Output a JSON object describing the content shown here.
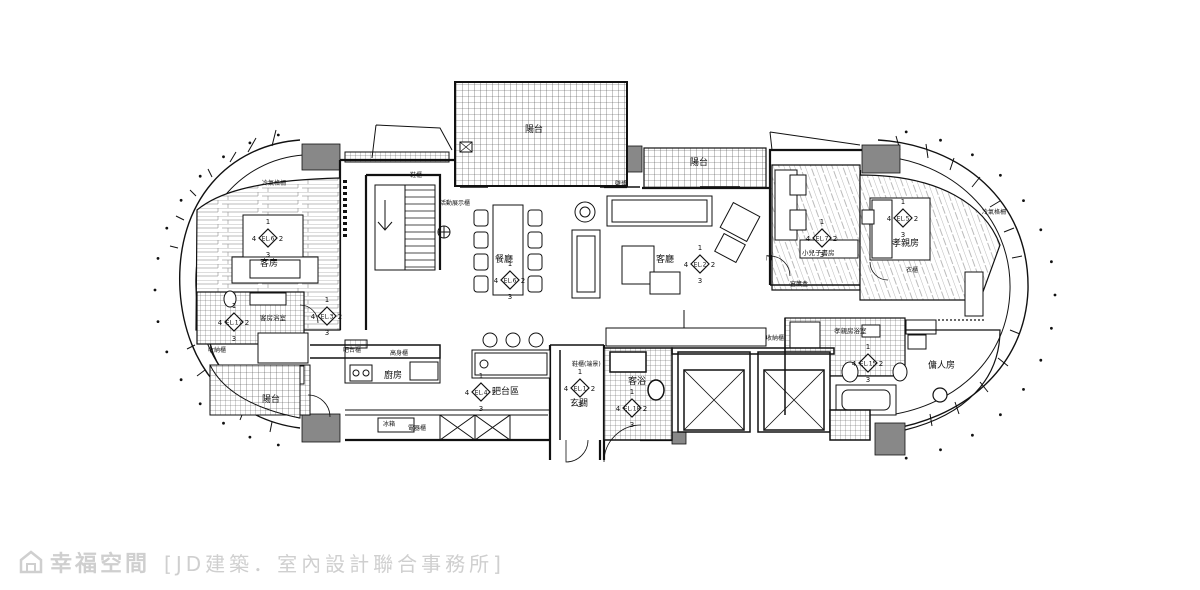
{
  "rooms": {
    "balcony_top": "陽台",
    "balcony_top_right": "陽台",
    "balcony_left": "陽台",
    "guest_room": "客房",
    "guest_bath": "客房浴室",
    "dining": "餐廳",
    "living": "客廳",
    "kid_study": "小兒子書房",
    "elder_room": "孝親房",
    "elder_bath": "孝親房浴室",
    "maid_room": "傭人房",
    "kitchen": "廚房",
    "bar": "吧台區",
    "foyer": "玄關",
    "guest_wc": "客浴"
  },
  "annotations": {
    "ac_cabinet_guest": "冷氣格柵",
    "shoe_cabinet_stairs": "鞋櫃",
    "sliding_door": "活動展示櫃",
    "bar_counter": "吧台櫃",
    "fridge": "冰箱",
    "tall_cabinet": "高身櫃",
    "shoe_cabinet_entry": "鞋櫃(端景)",
    "ac_grille_right": "冷氣格柵",
    "door_label": "門",
    "storage_left": "收納櫃",
    "storage_kitchen": "收納櫃",
    "kitchen_counter_mark": "電器櫃",
    "closet_elder": "衣櫃",
    "beam_mark": "窗簾盒",
    "fireplace": "壁爐"
  },
  "elevation_marks": [
    {
      "id": "EL.6",
      "n": [
        "1",
        "2",
        "3",
        "4"
      ]
    },
    {
      "id": "EL.7",
      "n": [
        "1",
        "2",
        "3",
        "4"
      ]
    },
    {
      "id": "EL.17",
      "n": [
        "1",
        "2",
        "3",
        "4"
      ]
    },
    {
      "id": "EL.3",
      "n": [
        "1",
        "2",
        "3",
        "4"
      ]
    },
    {
      "id": "EL.2",
      "n": [
        "1",
        "2",
        "3",
        "4"
      ]
    },
    {
      "id": "EL.5",
      "n": [
        "1",
        "2",
        "3",
        "4"
      ]
    },
    {
      "id": "EL.6",
      "n": [
        "1",
        "2",
        "3",
        "4"
      ]
    },
    {
      "id": "EL.4",
      "n": [
        "1",
        "2",
        "3",
        "4"
      ]
    },
    {
      "id": "EL.1",
      "n": [
        "1",
        "2",
        "3",
        "4"
      ]
    },
    {
      "id": "EL.18",
      "n": [
        "1",
        "2",
        "3",
        "4"
      ]
    },
    {
      "id": "EL.15",
      "n": [
        "1",
        "2",
        "3",
        "4"
      ]
    }
  ],
  "watermark": {
    "brand": "幸福空間",
    "sub": "[JD建築．室內設計聯合事務所]"
  },
  "colors": {
    "line": "#111111",
    "column": "#8a8a8a",
    "tile": "#555555",
    "watermark": "#cfcfcf"
  }
}
